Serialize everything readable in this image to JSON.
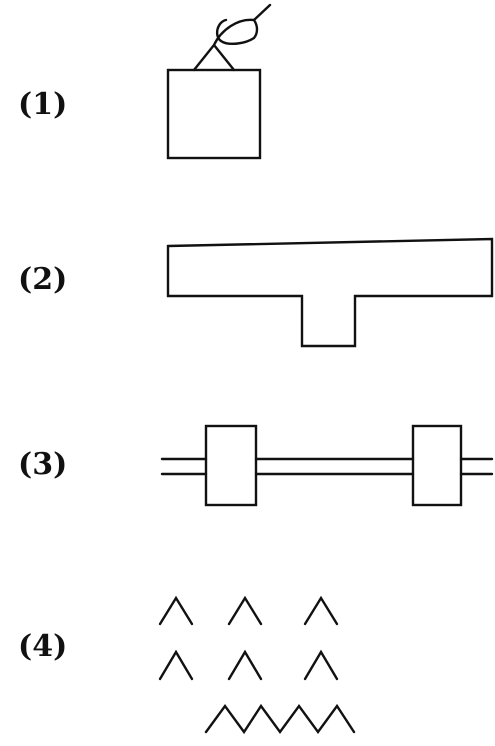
{
  "items": [
    {
      "label": "(1)",
      "figure": "box-with-bird"
    },
    {
      "label": "(2)",
      "figure": "long-bar-with-downward-stem"
    },
    {
      "label": "(3)",
      "figure": "double-line-with-two-blocks"
    },
    {
      "label": "(4)",
      "figure": "rows-of-peaks"
    }
  ],
  "colors": {
    "ink": "#111111",
    "background": "#ffffff"
  }
}
